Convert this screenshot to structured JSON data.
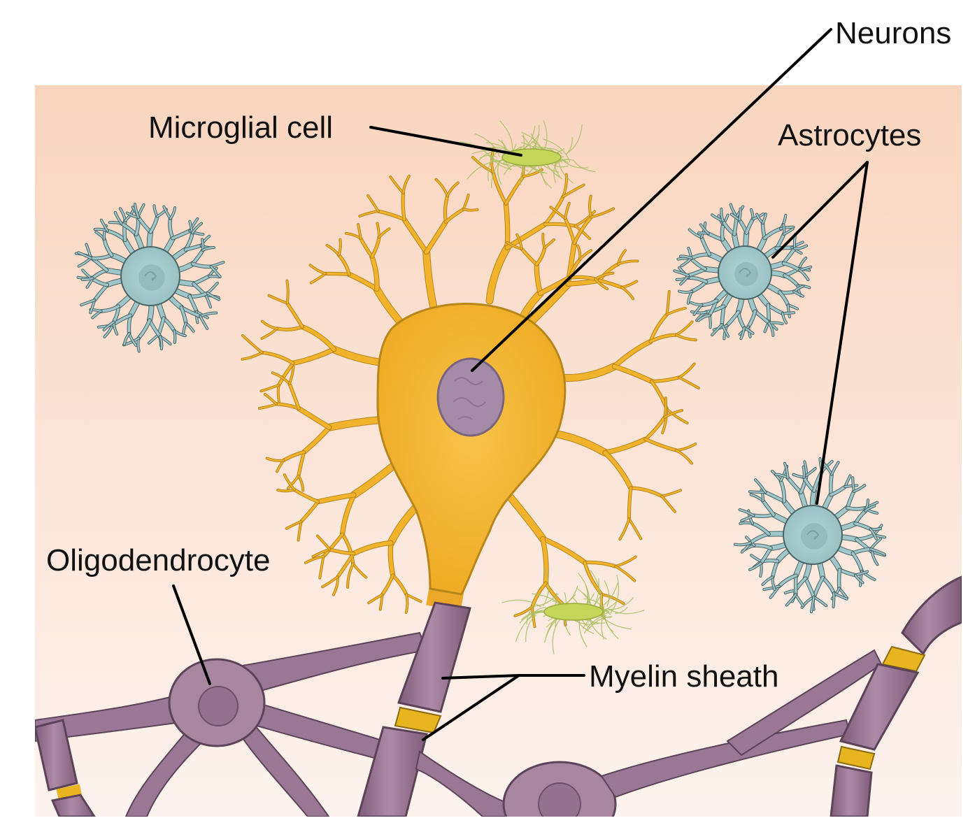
{
  "labels": {
    "neurons": "Neurons",
    "microglial_cell": "Microglial cell",
    "astrocytes": "Astrocytes",
    "oligodendrocyte": "Oligodendrocyte",
    "myelin_sheath": "Myelin sheath"
  },
  "colors": {
    "background_top": "#f9d5bf",
    "background_bottom": "#fdf3ee",
    "neuron_body": "#f1b32c",
    "neuron_outline": "#b8861a",
    "nucleus": "#a58ba8",
    "astrocyte": "#9fc6c8",
    "astrocyte_outline": "#4a6466",
    "microglia": "#b5cc52",
    "myelin": "#9f7a99",
    "myelin_outline": "#5c4358",
    "node": "#e8b520"
  }
}
